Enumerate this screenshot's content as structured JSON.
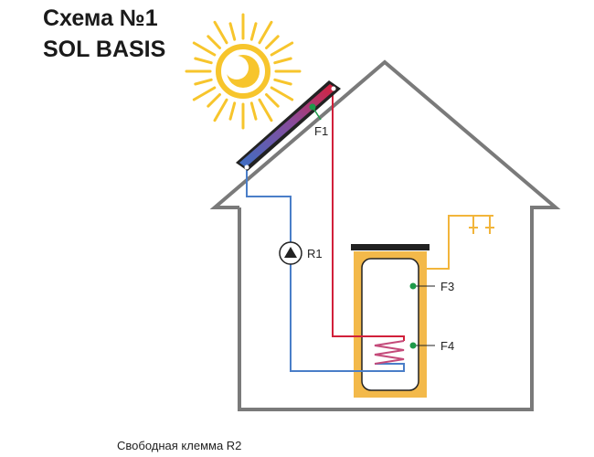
{
  "diagram": {
    "title_line1": "Схема №1",
    "title_line2": "SOL BASIS",
    "free_terminal_note": "Свободная клемма R2",
    "sensors": {
      "f1": "F1",
      "f3": "F3",
      "f4": "F4"
    },
    "pump_label": "R1"
  },
  "colors": {
    "house_outline": "#7a7a7a",
    "return_pipe": "#4a7ec8",
    "supply_pipe": "#d1203a",
    "hot_water_pipe": "#f2b53b",
    "tank_fill": "#f3b94a",
    "tank_cap": "#222222",
    "sensor_dot": "#1e9a4a",
    "sun": "#f7c52c"
  }
}
